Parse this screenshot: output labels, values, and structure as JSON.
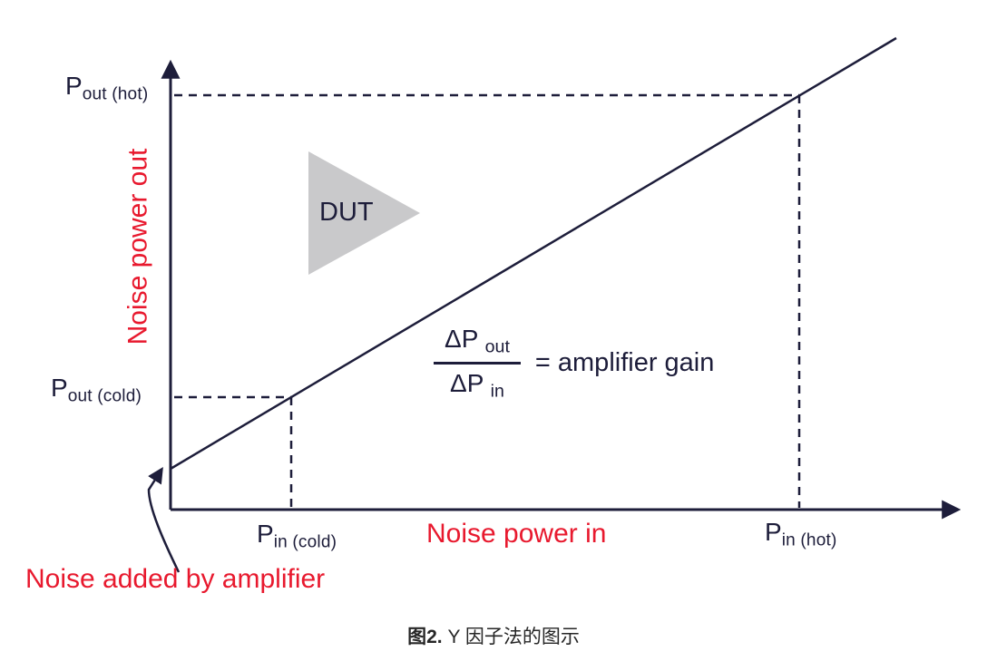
{
  "colors": {
    "ink": "#1d1d3a",
    "red": "#e8192e",
    "triangle": "#c9c9cb",
    "caption": "#262626"
  },
  "axes": {
    "y_label": "Noise power out",
    "x_label": "Noise power in"
  },
  "points": {
    "p_out_hot": {
      "main": "P",
      "sub": "out (hot)"
    },
    "p_out_cold": {
      "main": "P",
      "sub": "out (cold)"
    },
    "p_in_cold": {
      "main": "P",
      "sub": "in (cold)"
    },
    "p_in_hot": {
      "main": "P",
      "sub": "in (hot)"
    }
  },
  "dut_label": "DUT",
  "formula": {
    "numerator_main": "ΔP",
    "numerator_sub": "out",
    "denominator_main": "ΔP",
    "denominator_sub": "in",
    "result": "= amplifier gain"
  },
  "annotation": "Noise added by amplifier",
  "caption": {
    "figure": "图2.",
    "text": " Y 因子法的图示"
  }
}
